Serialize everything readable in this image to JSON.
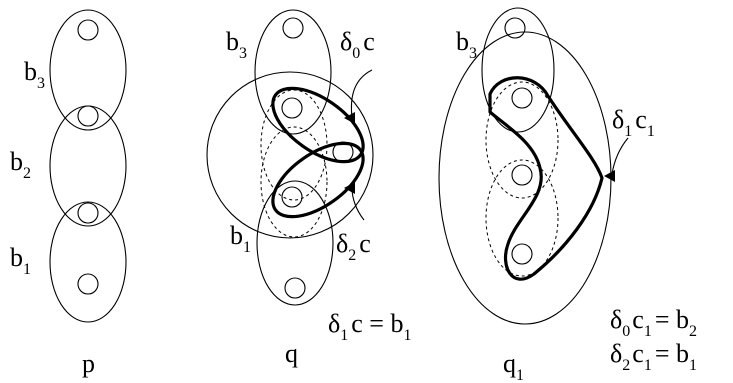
{
  "panel_p": {
    "title": "p",
    "b3": {
      "base": "b",
      "sub": "3"
    },
    "b2": {
      "base": "b",
      "sub": "2"
    },
    "b1": {
      "base": "b",
      "sub": "1"
    }
  },
  "panel_q": {
    "title": "q",
    "b3": {
      "base": "b",
      "sub": "3"
    },
    "b1": {
      "base": "b",
      "sub": "1"
    },
    "delta0c": {
      "delta": "δ",
      "sub": "0",
      "tail": "c"
    },
    "delta2c": {
      "delta": "δ",
      "sub": "2",
      "tail": "c"
    },
    "eq": {
      "delta": "δ",
      "sub": "1",
      "mid": "c = b",
      "sub2": "1"
    }
  },
  "panel_q1": {
    "title": {
      "base": "q",
      "sub": "1"
    },
    "b3": {
      "base": "b",
      "sub": "3"
    },
    "delta1c1": {
      "delta": "δ",
      "sub": "1",
      "mid": "c",
      "sub2": "1"
    },
    "eq1": {
      "delta": "δ",
      "sub": "0",
      "mid": "c",
      "sub2": "1",
      "tail": "= b",
      "sub3": "2"
    },
    "eq2": {
      "delta": "δ",
      "sub": "2",
      "mid": "c",
      "sub2": "1",
      "tail": "= b",
      "sub3": "1"
    }
  }
}
